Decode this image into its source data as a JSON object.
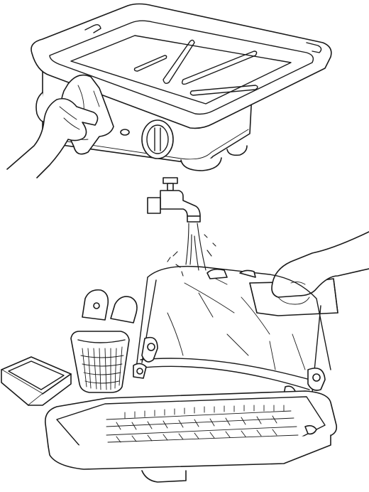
{
  "figure": {
    "title": "",
    "caption": "",
    "colors": {
      "line": "#1a1a1a",
      "background": "#ffffff"
    }
  },
  "items": [
    {
      "id": "grill-pan",
      "icon": "grill-pan-icon"
    },
    {
      "id": "wiping-hand",
      "icon": "hand-with-cloth-icon"
    },
    {
      "id": "faucet",
      "icon": "faucet-icon"
    },
    {
      "id": "water-stream",
      "icon": "water-stream-icon"
    },
    {
      "id": "washing-hand",
      "icon": "hand-with-sponge-icon"
    },
    {
      "id": "cover",
      "icon": "transparent-cover-icon"
    },
    {
      "id": "side-plates",
      "icon": "side-plate-icon"
    },
    {
      "id": "utensil-basket",
      "icon": "utensil-basket-icon"
    },
    {
      "id": "drip-tray",
      "icon": "drip-tray-icon"
    },
    {
      "id": "dish-rack-base",
      "icon": "dish-rack-base-icon"
    }
  ]
}
